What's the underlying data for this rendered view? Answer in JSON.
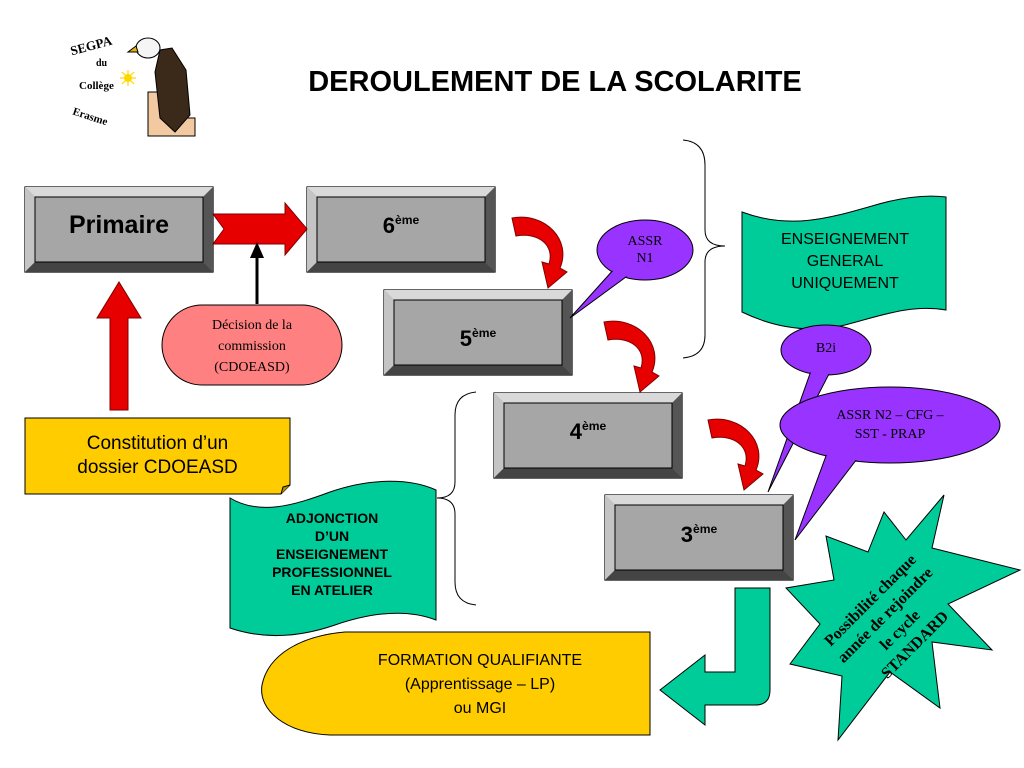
{
  "title": "DEROULEMENT DE LA SCOLARITE",
  "logo": {
    "line1": "SEGPA",
    "line2": "du",
    "line3": "Collège",
    "line4": "Erasme",
    "icon": "eagle-icon"
  },
  "levels": {
    "primaire": "Primaire",
    "sixieme": {
      "num": "6",
      "sup": "ème"
    },
    "cinquieme": {
      "num": "5",
      "sup": "ème"
    },
    "quatrieme": {
      "num": "4",
      "sup": "ème"
    },
    "troisieme": {
      "num": "3",
      "sup": "ème"
    }
  },
  "decision": {
    "line1": "Décision de la",
    "line2": "commission",
    "line3": "(CDOEASD)"
  },
  "constitution": {
    "line1": "Constitution d’un",
    "line2": "dossier CDOEASD"
  },
  "callouts": {
    "assr_n1": {
      "line1": "ASSR",
      "line2": "N1"
    },
    "b2i": "B2i",
    "assr_n2": {
      "line1": "ASSR N2 – CFG –",
      "line2": "SST - PRAP"
    }
  },
  "enseignement_general": {
    "line1": "ENSEIGNEMENT",
    "line2": "GENERAL",
    "line3": "UNIQUEMENT"
  },
  "adjonction": {
    "line1": "ADJONCTION",
    "line2": "D’UN",
    "line3": "ENSEIGNEMENT",
    "line4": "PROFESSIONNEL",
    "line5": "EN ATELIER"
  },
  "formation": {
    "line1": "FORMATION QUALIFIANTE",
    "line2": "(Apprentissage – LP)",
    "line3": "ou MGI"
  },
  "starburst": {
    "line1": "Possibilité chaque",
    "line2": "année de rejoindre",
    "line3": "le cycle",
    "line4": "STANDARD"
  },
  "colors": {
    "box_gray": "#a6a6a6",
    "arrow_red": "#e60000",
    "callout_purple": "#9933ff",
    "teal": "#00cc99",
    "yellow": "#ffcc00",
    "pink": "#ff8080"
  }
}
